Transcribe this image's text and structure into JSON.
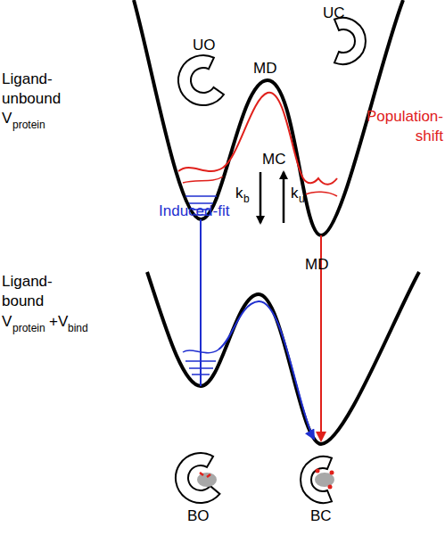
{
  "diagram": {
    "labels": [
      "UO",
      "UC",
      "Ligand-unbound",
      "V",
      "protein",
      "MD",
      "Population-shift",
      "MC",
      "k",
      "b",
      "k",
      "u",
      "Induced-fit",
      "Ligand-bound",
      "V",
      "protein",
      "+V",
      "bind",
      "MD",
      "BO",
      "BC"
    ]
  }
}
